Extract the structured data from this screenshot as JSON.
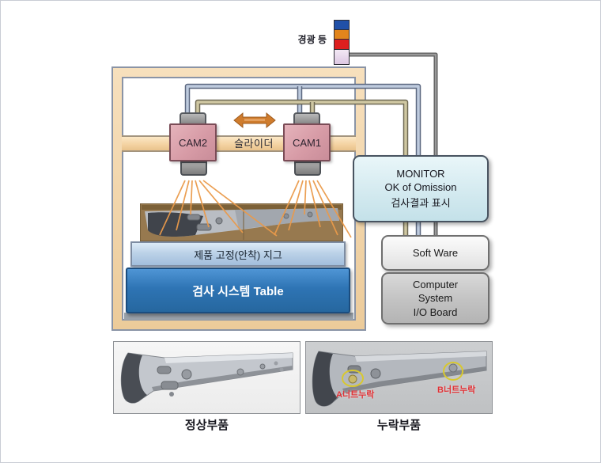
{
  "warning_light": {
    "label": "경광 등",
    "segment_colors": [
      "#2050a8",
      "#e2851c",
      "#dd1f1f",
      "#e9d9ee"
    ]
  },
  "gantry": {
    "slider_label": "슬라이더",
    "cam1_label": "CAM1",
    "cam2_label": "CAM2"
  },
  "jig": {
    "label": "제품 고정(안착) 지그"
  },
  "system_table": {
    "label": "검사 시스템 Table"
  },
  "monitor": {
    "lines": [
      "MONITOR",
      "OK of Omission",
      "검사결과 표시"
    ]
  },
  "software": {
    "label": "Soft Ware"
  },
  "computer": {
    "lines": [
      "Computer",
      "System",
      "I/O Board"
    ]
  },
  "photos": {
    "normal": {
      "caption": "정상부품"
    },
    "missing": {
      "caption": "누락부품",
      "annotation_a": "A너트누락",
      "annotation_b": "B너트누락"
    }
  },
  "colors": {
    "frame_beige": "#f2d5ae",
    "camera_pink": "#d79ba6",
    "table_blue": "#2e74b4",
    "jig_blue": "#bcd2e8",
    "monitor_cyan": "#d2e9ef",
    "ray_orange": "#ea9a4a",
    "cable_blue": "#becbde",
    "cable_khaki": "#cfc7a2",
    "cable_gray": "#9a9a9a",
    "alert_red": "#e03236",
    "highlight_yellow": "#d8c830"
  }
}
